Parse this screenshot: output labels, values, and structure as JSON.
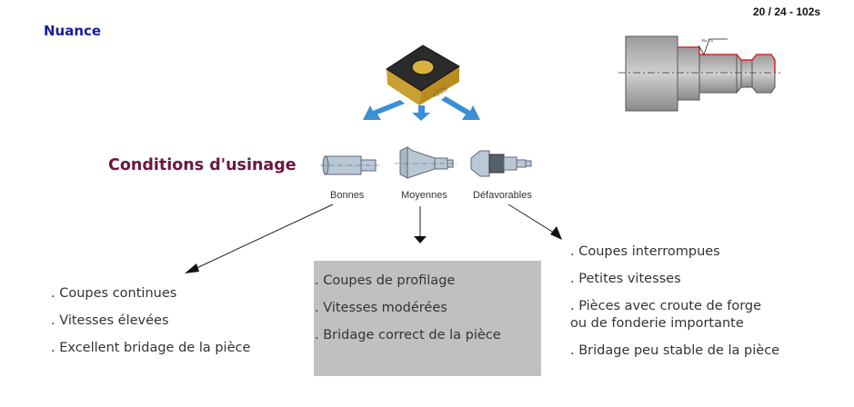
{
  "header": {
    "title": "Nuance",
    "slide_counter": "20 / 24 - 102s"
  },
  "insert_image": {
    "icon": "cutting-insert-icon",
    "grade_marking": "4225"
  },
  "part_drawing": {
    "icon": "turned-part-drawing-icon",
    "roughness_annotation": "Ra 1.6",
    "highlight_color": "#d9262a"
  },
  "section": {
    "title": "Conditions d'usinage"
  },
  "conditions": [
    {
      "label": "Bonnes",
      "icon": "straight-shaft-icon"
    },
    {
      "label": "Moyennes",
      "icon": "profiled-shaft-icon"
    },
    {
      "label": "Défavorables",
      "icon": "forged-shaft-icon"
    }
  ],
  "lists": {
    "bonnes": [
      ". Coupes continues",
      ". Vitesses élevées",
      ". Excellent bridage de la pièce"
    ],
    "moyennes": [
      ". Coupes de profilage",
      ". Vitesses modérées",
      ". Bridage correct de la pièce"
    ],
    "defavorables": [
      ". Coupes interrompues",
      ". Petites vitesses",
      ". Pièces avec croute de forge",
      "ou de fonderie importante",
      ". Bridage peu stable de la pièce"
    ]
  },
  "colors": {
    "title": "#1a1aa6",
    "subtitle": "#6b1640",
    "middle_box": "#c0c0c0",
    "arrow_blue": "#3a8fd6"
  }
}
